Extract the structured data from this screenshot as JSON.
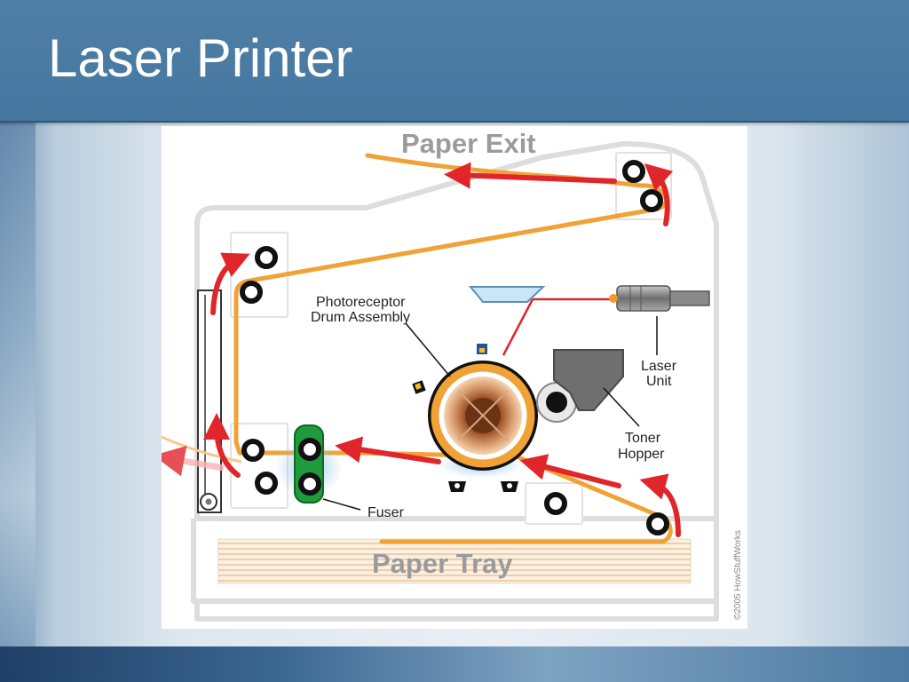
{
  "slide": {
    "title": "Laser Printer"
  },
  "diagram": {
    "labels": {
      "paper_exit": "Paper Exit",
      "paper_tray": "Paper Tray",
      "drum_line1": "Photoreceptor",
      "drum_line2": "Drum Assembly",
      "laser_line1": "Laser",
      "laser_line2": "Unit",
      "toner_line1": "Toner",
      "toner_line2": "Hopper",
      "fuser": "Fuser",
      "copyright": "©2005 HowStuffWorks"
    },
    "colors": {
      "paper_path": "#f0a236",
      "arrow": "#e0252b",
      "fuser": "#1f9a3c",
      "laser_beam": "#e0252b",
      "roller": "#111111",
      "outline": "#dcdcdc"
    }
  }
}
